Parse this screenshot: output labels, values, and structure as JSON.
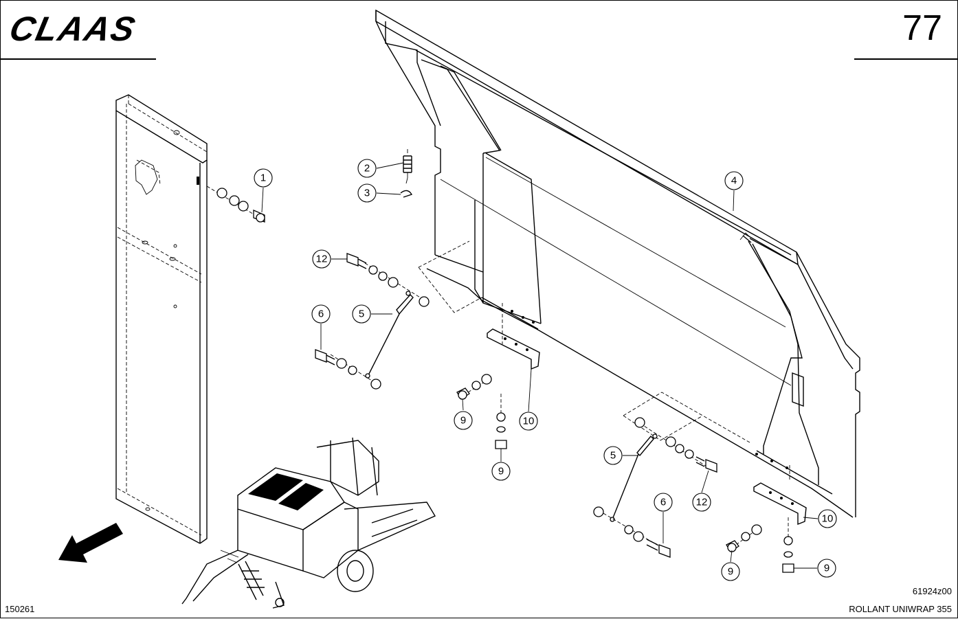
{
  "header": {
    "brand": "CLAAS",
    "page_number": "77"
  },
  "footer": {
    "figure_number": "150261",
    "drawing_code": "61924z00",
    "model": "ROLLANT UNIWRAP 355"
  },
  "callouts": [
    {
      "id": "c1",
      "label": "1"
    },
    {
      "id": "c2",
      "label": "2"
    },
    {
      "id": "c3",
      "label": "3"
    },
    {
      "id": "c4",
      "label": "4"
    },
    {
      "id": "c12a",
      "label": "12"
    },
    {
      "id": "c6a",
      "label": "6"
    },
    {
      "id": "c5a",
      "label": "5"
    },
    {
      "id": "c9a",
      "label": "9"
    },
    {
      "id": "c10a",
      "label": "10"
    },
    {
      "id": "c9b",
      "label": "9"
    },
    {
      "id": "c5b",
      "label": "5"
    },
    {
      "id": "c12b",
      "label": "12"
    },
    {
      "id": "c6b",
      "label": "6"
    },
    {
      "id": "c10b",
      "label": "10"
    },
    {
      "id": "c9c",
      "label": "9"
    },
    {
      "id": "c9d",
      "label": "9"
    }
  ]
}
